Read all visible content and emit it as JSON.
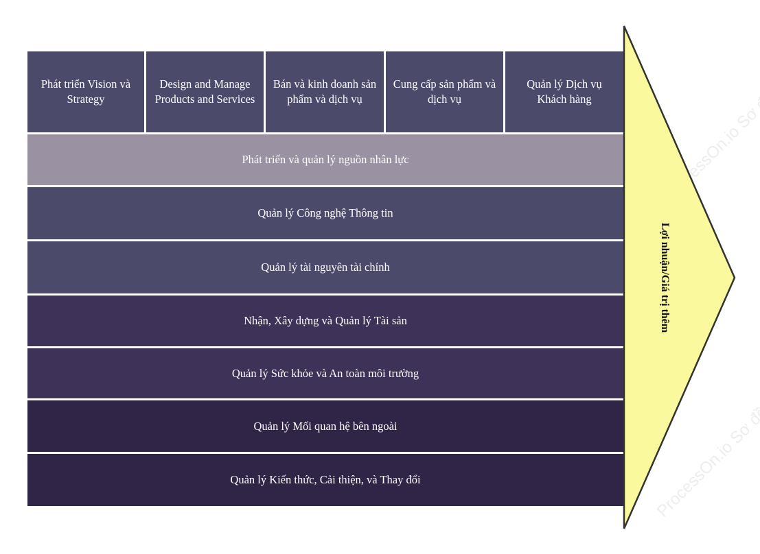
{
  "diagram": {
    "top_row": [
      {
        "label": "Phát triển Vision và Strategy"
      },
      {
        "label": "Design and Manage Products and Services"
      },
      {
        "label": "Bán và kinh doanh sản phẩm và dịch vụ"
      },
      {
        "label": "Cung cấp sản phẩm và dịch vụ"
      },
      {
        "label": "Quản lý Dịch vụ Khách hàng"
      }
    ],
    "support_rows": [
      {
        "label": "Phát triển và quản lý nguồn nhân lực"
      },
      {
        "label": "Quản lý Công nghệ Thông tin"
      },
      {
        "label": "Quản lý tài nguyên tài chính"
      },
      {
        "label": "Nhận, Xây dựng và Quản lý Tài sản"
      },
      {
        "label": "Quản lý Sức khỏe và An toàn môi trường"
      },
      {
        "label": "Quản lý Mối quan hệ bên ngoài"
      },
      {
        "label": "Quản lý Kiến thức, Cải thiện, và Thay đổi"
      }
    ],
    "arrow_label": "Lợi nhuận/Giá trị thêm",
    "watermark": "ProcessOn.io Sơ đồ"
  },
  "colors": {
    "top_row": "#4b4a6b",
    "support_rows": [
      "#9a92a2",
      "#4b4a6b",
      "#4b4a6b",
      "#3f3258",
      "#3f3258",
      "#302546",
      "#302546"
    ],
    "arrow_fill": "#fbf99d",
    "arrow_stroke": "#333333"
  }
}
